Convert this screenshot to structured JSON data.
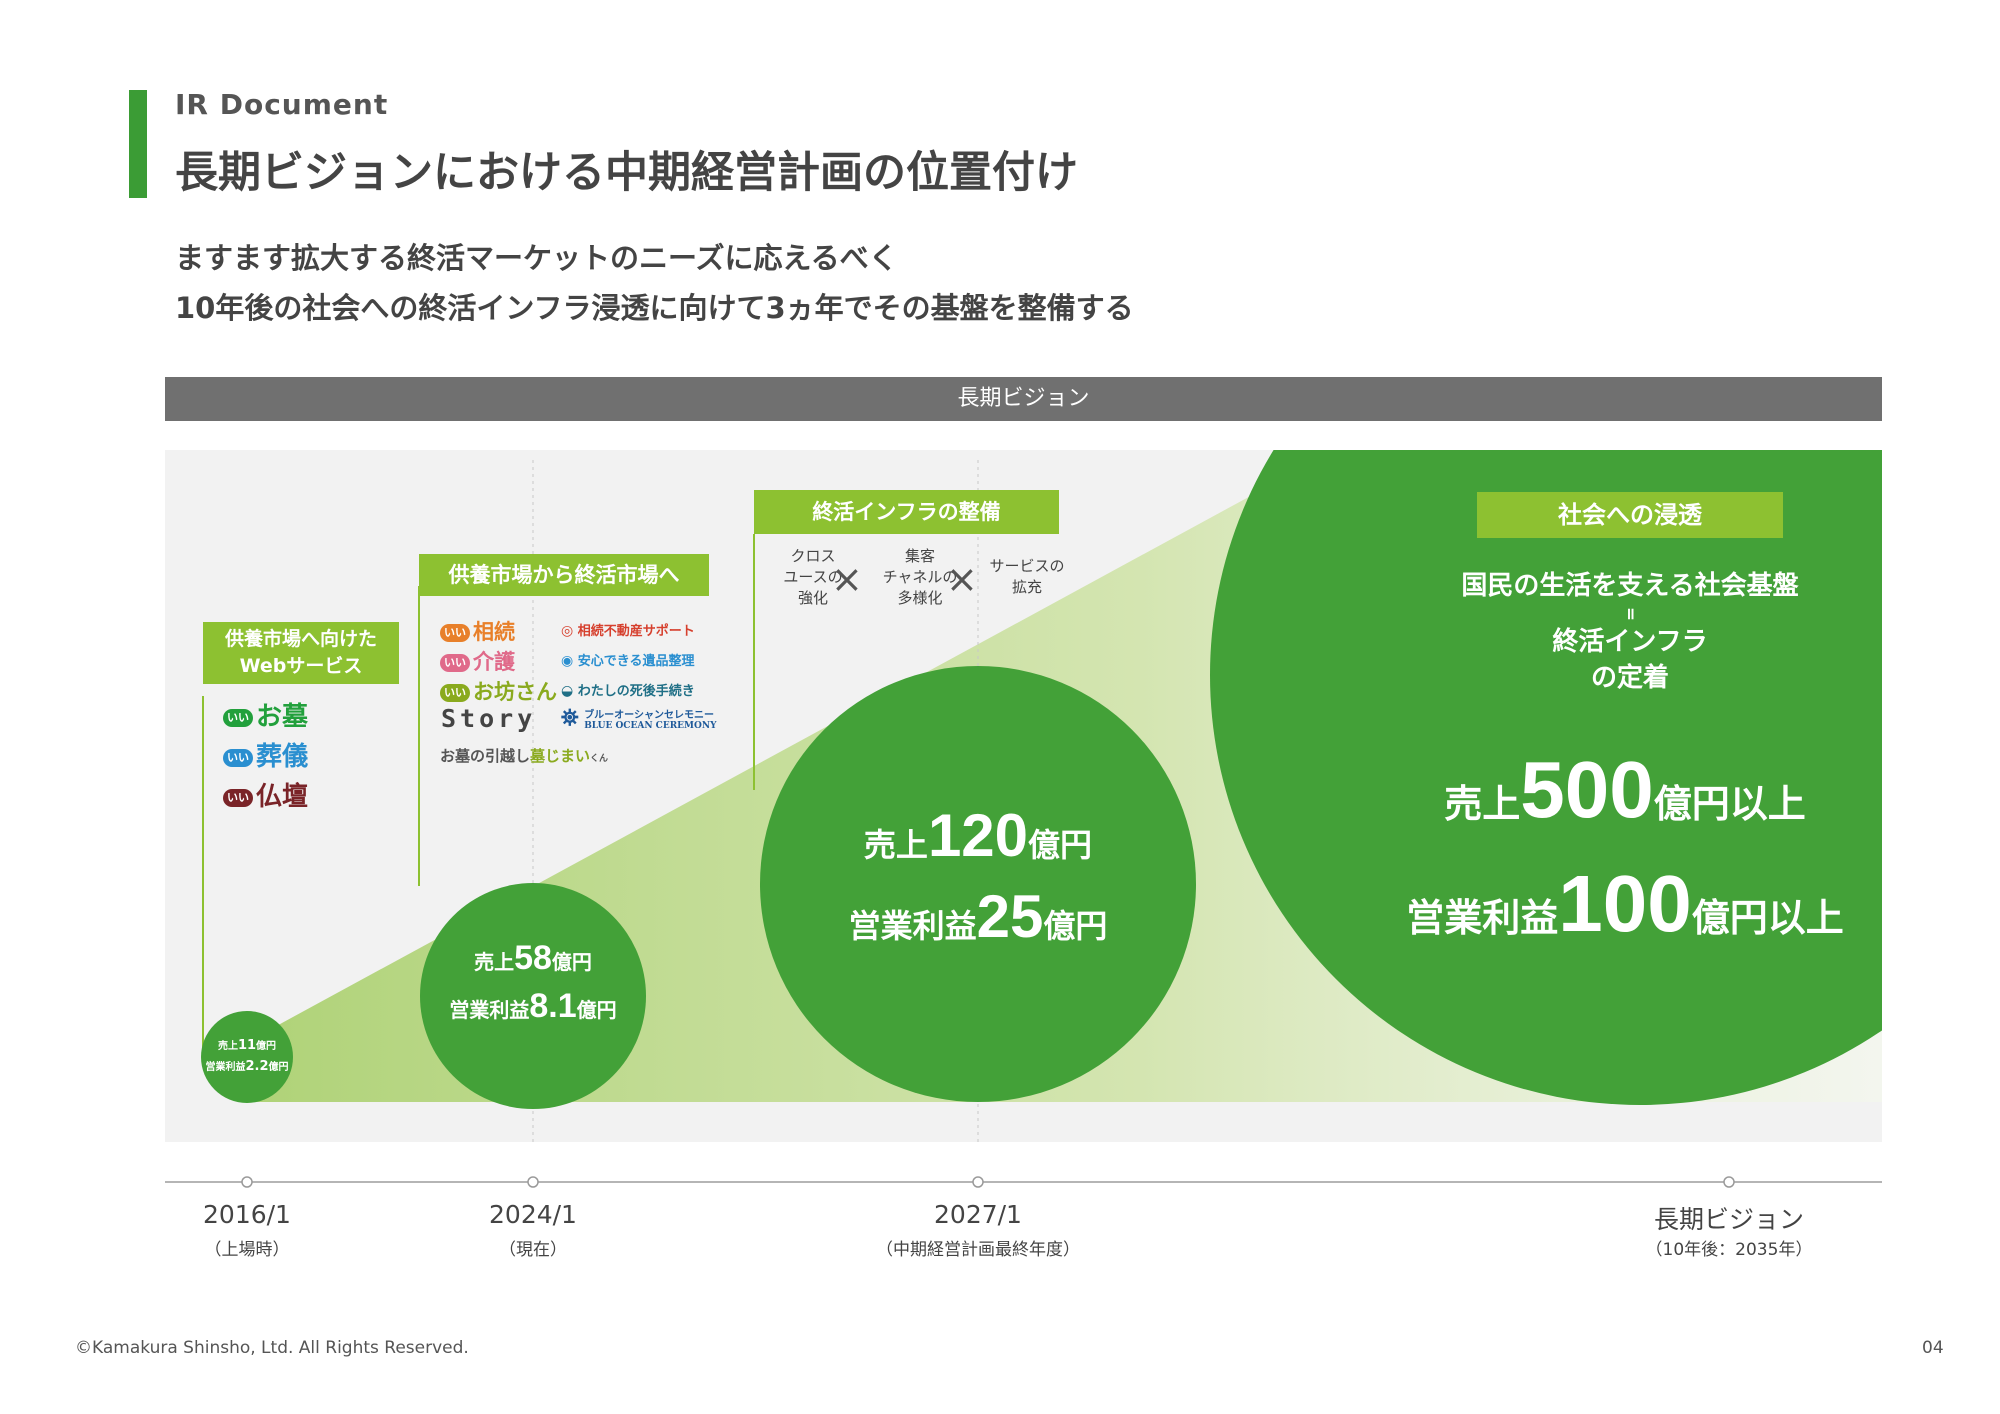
{
  "header": {
    "doc_label": "IR Document",
    "title": "長期ビジョンにおける中期経営計画の位置付け",
    "lead_line1": "ますます拡大する終活マーケットのニーズに応えるべく",
    "lead_line2": "10年後の社会への終活インフラ浸透に向けて3ヵ年でその基盤を整備する"
  },
  "vision_bar": "長期ビジョン",
  "stages": [
    {
      "tag_line1": "供養市場へ向けた",
      "tag_line2": "Webサービス",
      "brands": [
        "お墓",
        "葬儀",
        "仏壇"
      ],
      "brand_prefix": "いい",
      "sales_label": "売上",
      "sales_value": "11",
      "sales_unit": "億円",
      "profit_label": "営業利益",
      "profit_value": "2.2",
      "profit_unit": "億円"
    },
    {
      "tag": "供養市場から終活市場へ",
      "brands_left": [
        "相続",
        "介護",
        "お坊さん"
      ],
      "brand_prefix": "いい",
      "brand_story": "Story",
      "brand_bottom_a": "お墓の引越し",
      "brand_bottom_b": "墓じまい",
      "brand_bottom_c": "くん",
      "brands_right": [
        "相続不動産サポート",
        "安心できる遺品整理",
        "わたしの死後手続き"
      ],
      "blue_ocean_jp": "ブルーオーシャンセレモニー",
      "blue_ocean_en": "BLUE OCEAN CEREMONY",
      "sales_label": "売上",
      "sales_value": "58",
      "sales_unit": "億円",
      "profit_label": "営業利益",
      "profit_value": "8.1",
      "profit_unit": "億円"
    },
    {
      "tag": "終活インフラの整備",
      "factor1": "クロス\nユースの\n強化",
      "factor2": "集客\nチャネルの\n多様化",
      "factor3": "サービスの\n拡充",
      "cross": "×",
      "sales_label": "売上",
      "sales_value": "120",
      "sales_unit": "億円",
      "profit_label": "営業利益",
      "profit_value": "25",
      "profit_unit": "億円"
    },
    {
      "tag": "社会への浸透",
      "line1": "国民の生活を支える社会基盤",
      "equals": "॥",
      "line2": "終活インフラ",
      "line3": "の定着",
      "sales_label": "売上",
      "sales_value": "500",
      "sales_unit": "億円以上",
      "profit_label": "営業利益",
      "profit_value": "100",
      "profit_unit": "億円以上"
    }
  ],
  "timeline": [
    {
      "date": "2016/1",
      "sub": "（上場時）"
    },
    {
      "date": "2024/1",
      "sub": "（現在）"
    },
    {
      "date": "2027/1",
      "sub": "（中期経営計画最終年度）"
    },
    {
      "date": "長期ビジョン",
      "sub": "（10年後：2035年）"
    }
  ],
  "colors": {
    "accent_green": "#3b9c35",
    "tag_green": "#8dc131",
    "bar_gray": "#707070",
    "panel_bg": "#f2f2f2",
    "brand_green": "#22a03c",
    "brand_blue": "#2a8fd0",
    "brand_maroon": "#7a2428",
    "brand_orange": "#e8802a",
    "brand_pink": "#e06a8a",
    "brand_olive": "#8aaa1e"
  },
  "footer": {
    "copyright": "©Kamakura Shinsho, Ltd. All Rights Reserved.",
    "page": "04"
  }
}
